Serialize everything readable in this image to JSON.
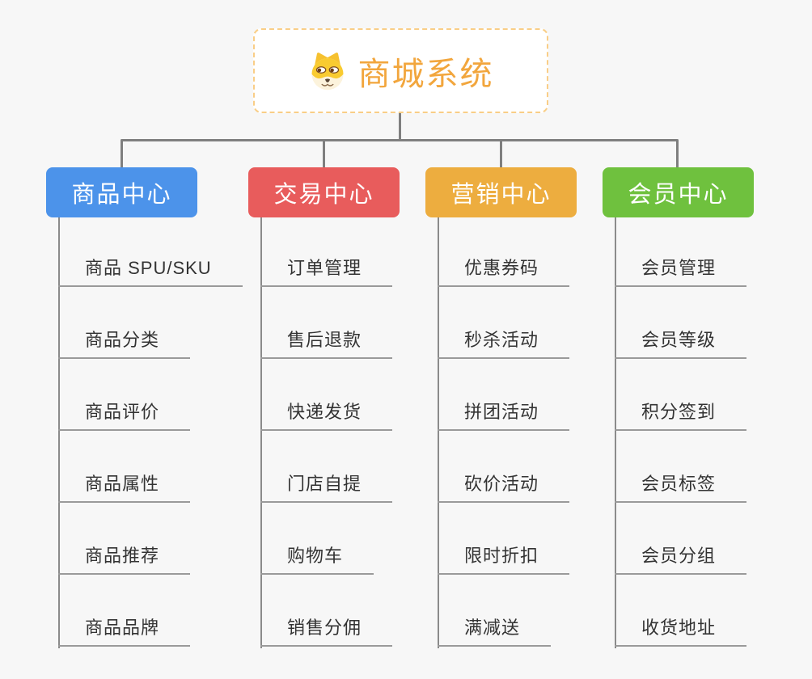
{
  "root": {
    "title": "商城系统",
    "title_color": "#F2A63D",
    "border_color": "#F9CE87",
    "icon": "shiba-dog-icon"
  },
  "connector_color": "#7F7F7F",
  "background_color": "#F7F7F7",
  "branches": [
    {
      "label": "商品中心",
      "color": "#4C93EA",
      "items": [
        "商品 SPU/SKU",
        "商品分类",
        "商品评价",
        "商品属性",
        "商品推荐",
        "商品品牌"
      ]
    },
    {
      "label": "交易中心",
      "color": "#E85C5C",
      "items": [
        "订单管理",
        "售后退款",
        "快递发货",
        "门店自提",
        "购物车",
        "销售分佣"
      ]
    },
    {
      "label": "营销中心",
      "color": "#EDAD3F",
      "items": [
        "优惠券码",
        "秒杀活动",
        "拼团活动",
        "砍价活动",
        "限时折扣",
        "满减送"
      ]
    },
    {
      "label": "会员中心",
      "color": "#6FC13E",
      "items": [
        "会员管理",
        "会员等级",
        "积分签到",
        "会员标签",
        "会员分组",
        "收货地址"
      ]
    }
  ]
}
